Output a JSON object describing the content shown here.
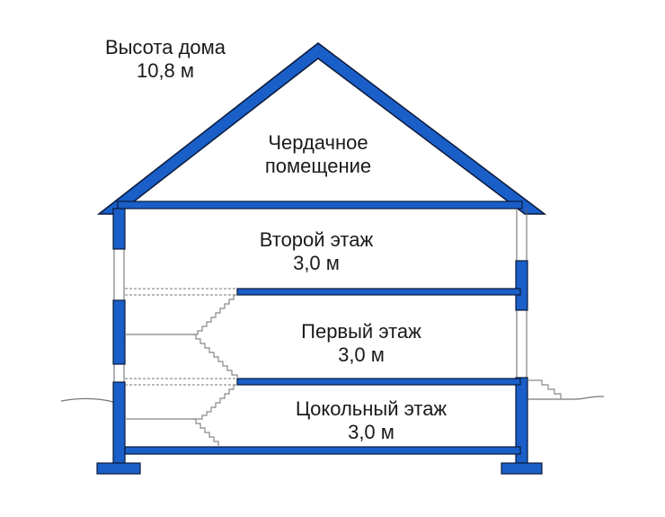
{
  "house_height": {
    "label": "Высота дома",
    "value": "10,8 м"
  },
  "attic": {
    "line1": "Чердачное",
    "line2": "помещение"
  },
  "floors": [
    {
      "name": "Второй этаж",
      "height": "3,0 м"
    },
    {
      "name": "Первый этаж",
      "height": "3,0 м"
    },
    {
      "name": "Цокольный этаж",
      "height": "3,0 м"
    }
  ],
  "colors": {
    "structure": "#1a5ec8",
    "outline": "#0a1a3a",
    "lines": "#777777"
  }
}
